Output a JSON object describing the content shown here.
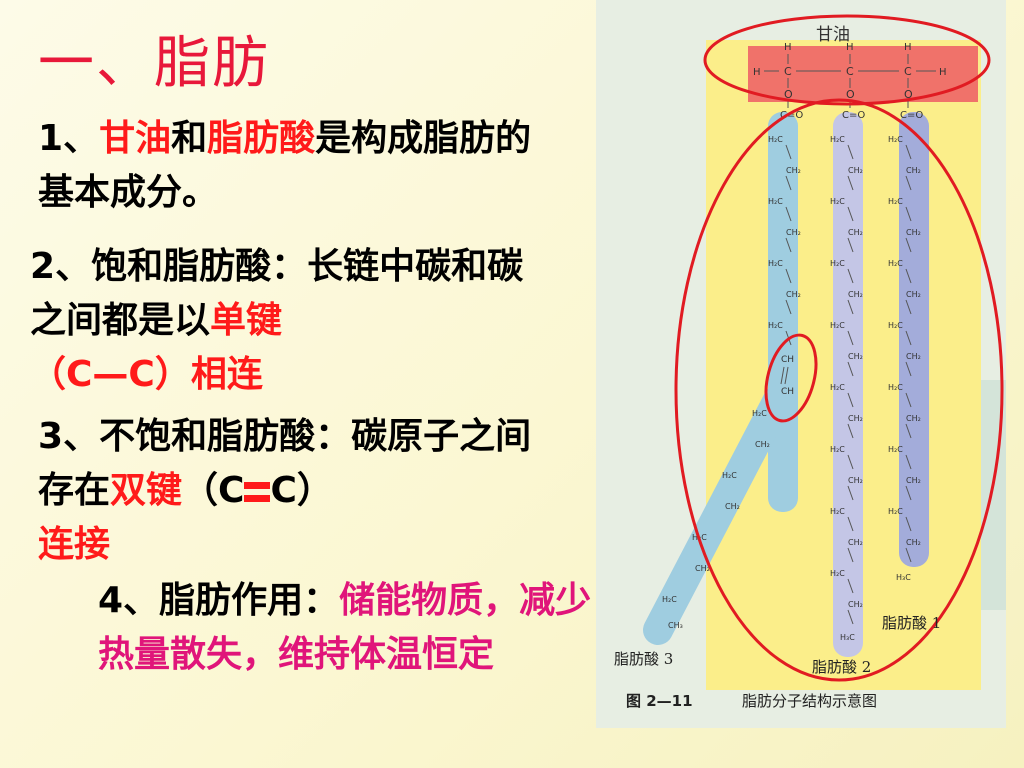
{
  "title": "一、脂肪",
  "p1": {
    "num": "1",
    "sep": "、",
    "k1": "甘油",
    "t1": "和",
    "k2": "脂肪酸",
    "t2": "是构成脂肪的基本成分。"
  },
  "p2": {
    "num": "2",
    "sep": "、",
    "t1": "饱和脂肪酸：长链中碳和碳之间都是以",
    "k1": "单键",
    "t2": "（C—C）",
    "k2": "相连"
  },
  "p3": {
    "num": "3",
    "sep": "、",
    "t1": "不饱和脂肪酸：碳原子之间存在",
    "k1": "双键",
    "t2": "（C",
    "t3": "C）",
    "k2": "连接"
  },
  "p4": {
    "num": "4",
    "sep": "、",
    "t1": "脂肪作用：",
    "k1": "储能物质，减少热量散失，维持体温恒定"
  },
  "figure": {
    "glycerol_label": "甘油",
    "acid1": "脂肪酸 1",
    "acid2": "脂肪酸 2",
    "acid3": "脂肪酸 3",
    "caption_fig": "图  2—11",
    "caption_text": "脂肪分子结构示意图",
    "atoms": {
      "H": "H",
      "C": "C",
      "O": "O",
      "CH2": "CH₂",
      "H2C": "H₂C",
      "H3C": "H₃C",
      "CH3": "CH₃",
      "CH": "CH",
      "CO": "C=O"
    }
  }
}
